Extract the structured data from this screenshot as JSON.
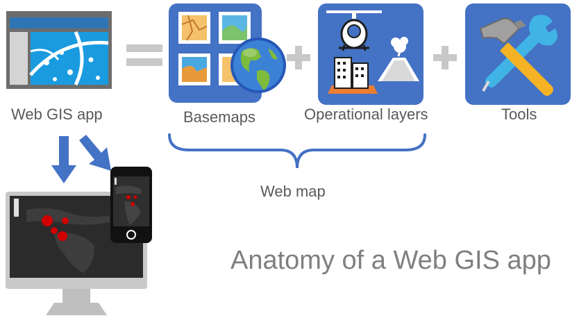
{
  "labels": {
    "web_gis_app": "Web GIS app",
    "basemaps": "Basemaps",
    "operational_layers": "Operational layers",
    "tools": "Tools",
    "web_map": "Web map"
  },
  "title": "Anatomy of a Web GIS app",
  "operators": {
    "equals": "=",
    "plus": "+"
  },
  "colors": {
    "tile_blue": "#4472c4",
    "arrow_blue": "#4472c4",
    "operator_gray": "#c8c8c8",
    "text_gray": "#595959",
    "title_gray": "#7f7f7f",
    "data_point_red": "#d00000"
  },
  "icons": [
    "web-app-window-icon",
    "basemaps-icon",
    "globe-icon",
    "helicopter-icon",
    "city-icon",
    "volcano-icon",
    "hammer-wrench-icon",
    "desktop-monitor-icon",
    "smartphone-icon"
  ]
}
